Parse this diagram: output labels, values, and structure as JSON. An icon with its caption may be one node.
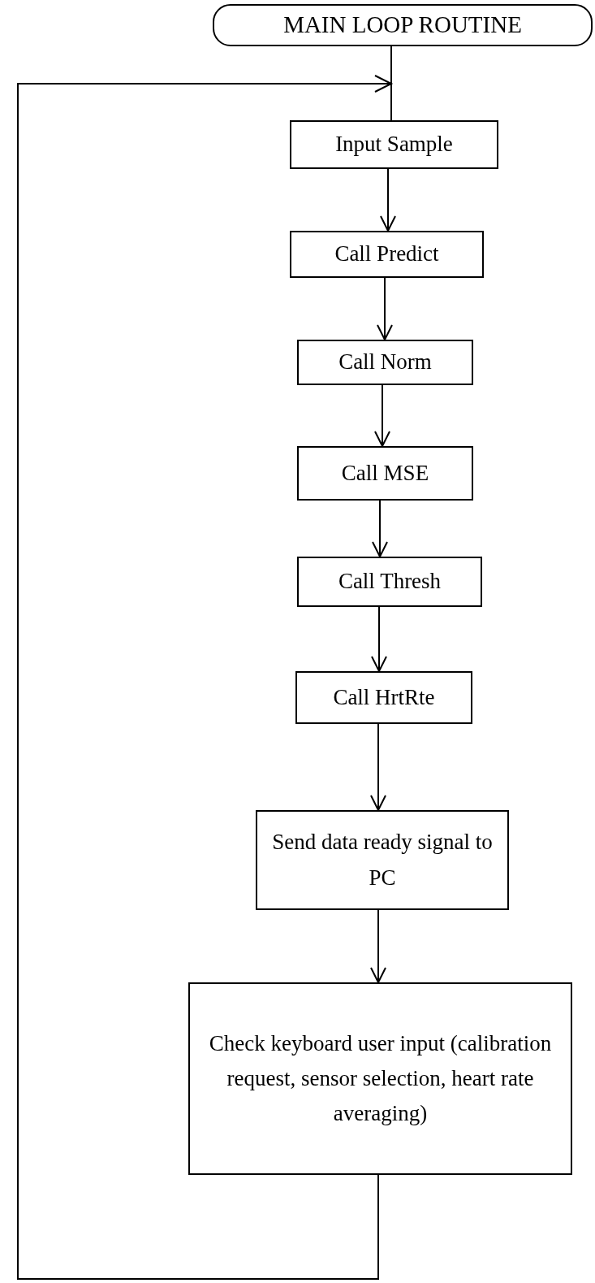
{
  "diagram": {
    "nodes": [
      {
        "text": [
          "MAIN LOOP ROUTINE"
        ]
      },
      {
        "text": [
          "Input Sample"
        ]
      },
      {
        "text": [
          "Call Predict"
        ]
      },
      {
        "text": [
          "Call Norm"
        ]
      },
      {
        "text": [
          "Call MSE"
        ]
      },
      {
        "text": [
          "Call Thresh"
        ]
      },
      {
        "text": [
          "Call HrtRte"
        ]
      },
      {
        "text": [
          "Send data ready signal to PC"
        ]
      },
      {
        "text": [
          "Check keyboard user input (calibration request, sensor selection, heart rate averaging)"
        ]
      }
    ],
    "edges": [
      {
        "from": 0,
        "to": 1,
        "arrow": "none"
      },
      {
        "from": 1,
        "to": 2,
        "arrow": "to"
      },
      {
        "from": 2,
        "to": 3,
        "arrow": "to"
      },
      {
        "from": 3,
        "to": 4,
        "arrow": "to"
      },
      {
        "from": 4,
        "to": 5,
        "arrow": "to"
      },
      {
        "from": 5,
        "to": 6,
        "arrow": "to"
      },
      {
        "from": 6,
        "to": 7,
        "arrow": "to"
      },
      {
        "from": 7,
        "to": 8,
        "arrow": "to"
      },
      {
        "from": 8,
        "to": 1,
        "arrow": "to"
      }
    ]
  }
}
